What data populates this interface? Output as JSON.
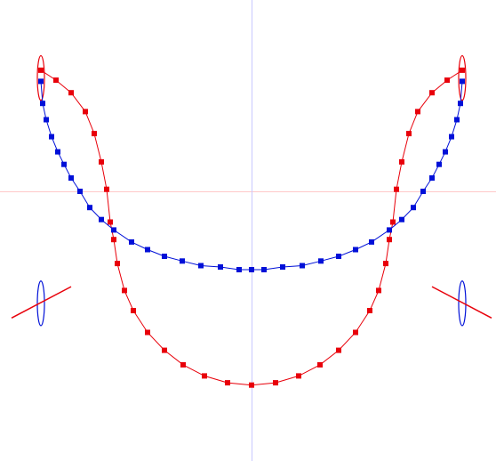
{
  "colors": {
    "background": "#ffffff",
    "red": "#e8000a",
    "blue": "#0010d8",
    "axis_horizontal": "#ffc8c8",
    "axis_vertical": "#c8c8ff"
  },
  "chart_data": {
    "type": "line",
    "x_range": [
      -1.0,
      1.0
    ],
    "y_range": [
      -1.0,
      1.0
    ],
    "grid": false,
    "series": [
      {
        "color": "#e8000a",
        "marker": "square",
        "points": [
          [
            -0.8587,
            0.7014
          ],
          [
            -0.7971,
            0.6437
          ],
          [
            -0.7355,
            0.5712
          ],
          [
            -0.6775,
            0.4619
          ],
          [
            -0.6413,
            0.3343
          ],
          [
            -0.6123,
            0.1707
          ],
          [
            -0.5906,
            0.0116
          ],
          [
            -0.5761,
            -0.1779
          ],
          [
            -0.5616,
            -0.2795
          ],
          [
            -0.5471,
            -0.4178
          ],
          [
            -0.5181,
            -0.5744
          ],
          [
            -0.4819,
            -0.6907
          ],
          [
            -0.4239,
            -0.8171
          ],
          [
            -0.3551,
            -0.9206
          ],
          [
            -0.279,
            -1.0046
          ],
          [
            -0.192,
            -1.0692
          ],
          [
            -0.0978,
            -1.1089
          ],
          [
            0.0,
            -1.1224
          ],
          [
            0.0978,
            -1.1089
          ],
          [
            0.192,
            -1.0692
          ],
          [
            0.279,
            -1.0046
          ],
          [
            0.3551,
            -0.9206
          ],
          [
            0.4239,
            -0.8171
          ],
          [
            0.4819,
            -0.6907
          ],
          [
            0.5181,
            -0.5744
          ],
          [
            0.5471,
            -0.4178
          ],
          [
            0.5616,
            -0.2795
          ],
          [
            0.5761,
            -0.1779
          ],
          [
            0.5906,
            0.0116
          ],
          [
            0.6123,
            0.1707
          ],
          [
            0.6413,
            0.3343
          ],
          [
            0.6775,
            0.4619
          ],
          [
            0.7355,
            0.5712
          ],
          [
            0.7971,
            0.6437
          ],
          [
            0.8587,
            0.7014
          ]
        ]
      },
      {
        "color": "#0010d8",
        "marker": "square",
        "points": [
          [
            -0.8587,
            0.6371
          ],
          [
            -0.8514,
            0.5093
          ],
          [
            -0.837,
            0.4152
          ],
          [
            -0.8152,
            0.3166
          ],
          [
            -0.7899,
            0.2288
          ],
          [
            -0.7645,
            0.1563
          ],
          [
            -0.7355,
            0.0772
          ],
          [
            -0.6993,
            0.0
          ],
          [
            -0.6594,
            -0.0938
          ],
          [
            -0.6123,
            -0.1633
          ],
          [
            -0.5616,
            -0.2239
          ],
          [
            -0.4891,
            -0.2934
          ],
          [
            -0.4239,
            -0.3378
          ],
          [
            -0.3551,
            -0.3764
          ],
          [
            -0.2826,
            -0.4035
          ],
          [
            -0.2065,
            -0.4305
          ],
          [
            -0.1268,
            -0.4382
          ],
          [
            -0.0507,
            -0.4537
          ],
          [
            0.0,
            -0.4537
          ],
          [
            0.0507,
            -0.4537
          ],
          [
            0.1268,
            -0.4382
          ],
          [
            0.2065,
            -0.4305
          ],
          [
            0.2826,
            -0.4035
          ],
          [
            0.3551,
            -0.3764
          ],
          [
            0.4239,
            -0.3378
          ],
          [
            0.4891,
            -0.2934
          ],
          [
            0.5616,
            -0.2239
          ],
          [
            0.6123,
            -0.1633
          ],
          [
            0.6594,
            -0.0938
          ],
          [
            0.6993,
            0.0
          ],
          [
            0.7355,
            0.0772
          ],
          [
            0.7645,
            0.1563
          ],
          [
            0.7899,
            0.2288
          ],
          [
            0.8152,
            0.3166
          ],
          [
            0.837,
            0.4152
          ],
          [
            0.8514,
            0.5093
          ],
          [
            0.8587,
            0.6371
          ]
        ]
      }
    ],
    "ellipses": [
      {
        "color": "#e8000a",
        "center": [
          -0.8587,
          0.6564
        ],
        "rx": 0.0145,
        "ry": 0.1293
      },
      {
        "color": "#e8000a",
        "center": [
          0.8587,
          0.6564
        ],
        "rx": 0.0145,
        "ry": 0.1293
      },
      {
        "color": "#0010d8",
        "center": [
          -0.8587,
          -0.6486
        ],
        "rx": 0.0145,
        "ry": 0.1293
      },
      {
        "color": "#0010d8",
        "center": [
          0.8587,
          -0.6486
        ],
        "rx": 0.0145,
        "ry": 0.1293
      }
    ],
    "segments": [
      {
        "color": "#e8000a",
        "from": [
          -0.9783,
          -0.7336
        ],
        "to": [
          -0.7355,
          -0.5521
        ]
      },
      {
        "color": "#e8000a",
        "from": [
          0.9783,
          -0.7336
        ],
        "to": [
          0.7355,
          -0.5521
        ]
      }
    ]
  }
}
